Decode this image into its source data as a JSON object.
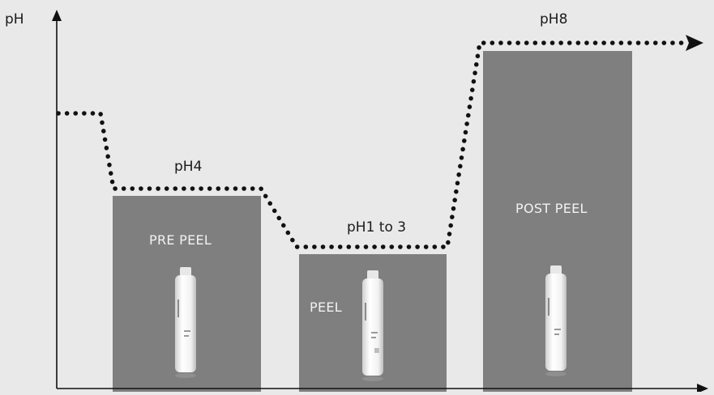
{
  "axis": {
    "y_label": "pH"
  },
  "levels": {
    "pre": "pH4",
    "peel": "pH1 to 3",
    "post": "pH8"
  },
  "stages": [
    {
      "key": "pre",
      "label": "PRE PEEL",
      "bottle_text": ""
    },
    {
      "key": "peel",
      "label": "PEEL",
      "bottle_text": ""
    },
    {
      "key": "post",
      "label": "POST PEEL",
      "bottle_text": ""
    }
  ],
  "icons": [
    "product-bottle-icon",
    "arrow-right-icon",
    "arrow-up-icon"
  ],
  "colors": {
    "background": "#e9e9e9",
    "block": "#7f7f7f",
    "line": "#111111",
    "label_light": "#f2f2f2"
  }
}
